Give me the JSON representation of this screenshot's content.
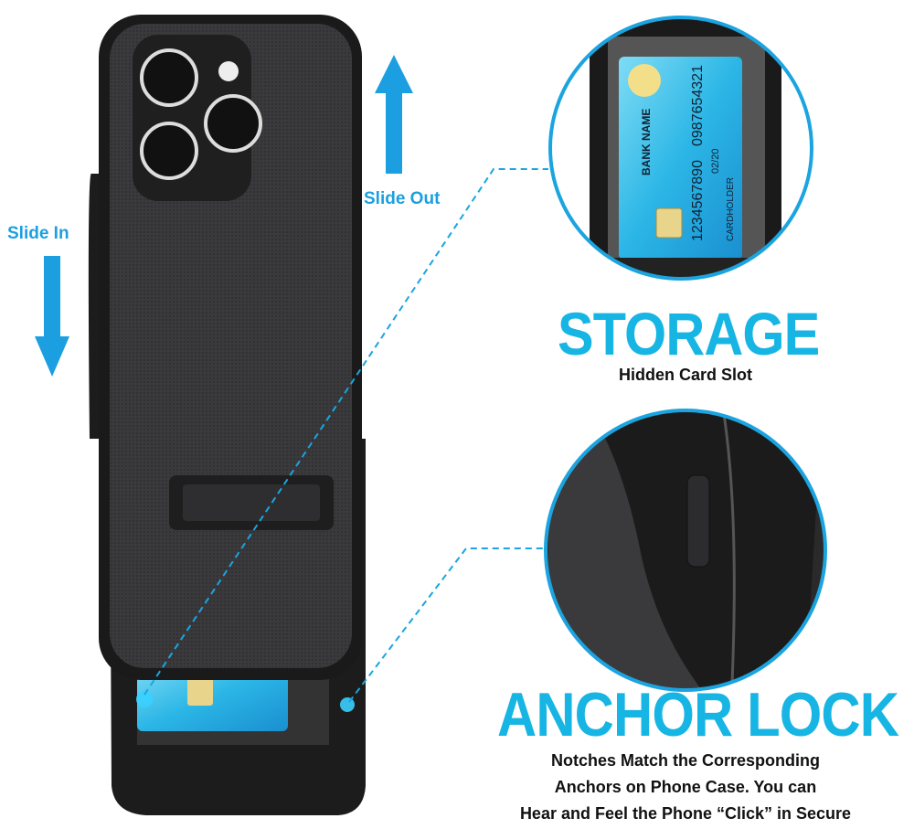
{
  "arrows": {
    "slide_out": "Slide Out",
    "slide_in": "Slide In"
  },
  "storage": {
    "title": "STORAGE",
    "subtitle": "Hidden Card Slot",
    "card": {
      "bank_name": "BANK NAME",
      "number_1": "0987654321",
      "number_2": "1234567890",
      "valid_thru": "02/20",
      "holder": "CARDHOLDER"
    }
  },
  "anchor_lock": {
    "title": "ANCHOR LOCK",
    "lines": [
      "Notches Match the Corresponding",
      "Anchors on Phone Case.  You can",
      "Hear and Feel the Phone “Click” in Secure"
    ]
  },
  "colors": {
    "accent": "#17b5e3",
    "arrow": "#1c9fe0",
    "case": "#2b2b2d"
  }
}
